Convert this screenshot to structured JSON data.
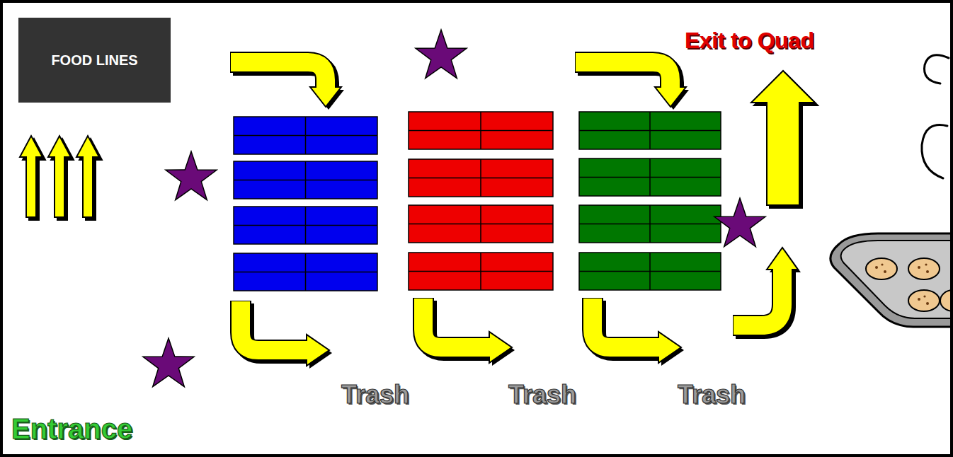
{
  "diagram": {
    "nodes": [
      {
        "text": [
          "FOOD LINES"
        ]
      }
    ],
    "labels": [
      "Exit to Quad",
      "Trash",
      "Trash",
      "Trash",
      "Entrance"
    ]
  }
}
